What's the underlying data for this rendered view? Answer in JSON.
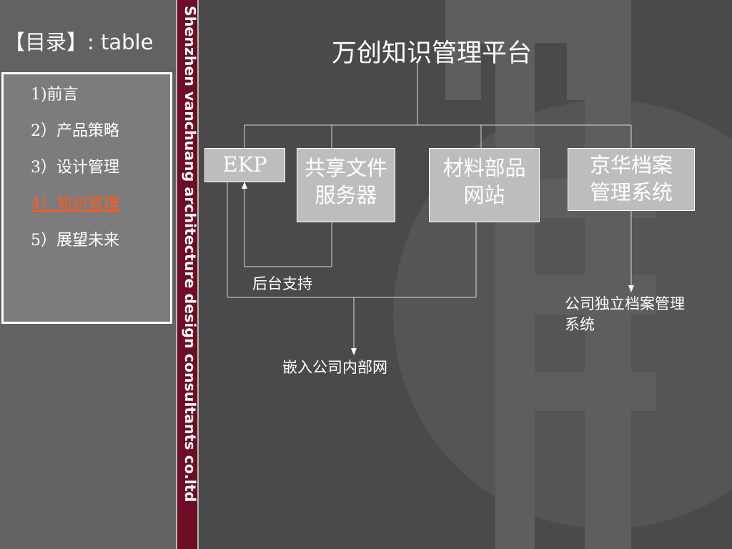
{
  "toc": {
    "heading": "【目录】: table",
    "items": [
      {
        "label": "1)前言",
        "active": false
      },
      {
        "label": "2）产品策略",
        "active": false
      },
      {
        "label": "3）设计管理",
        "active": false
      },
      {
        "label": "4）知识管理",
        "active": true
      },
      {
        "label": "5）展望未来",
        "active": false
      }
    ]
  },
  "brand": {
    "text": "Shenzhen  vanchuang architecture design consultants co.ltd"
  },
  "diagram": {
    "title": "万创知识管理平台",
    "nodes": {
      "ekp": {
        "line1": "EKP"
      },
      "share": {
        "line1": "共享文件",
        "line2": "服务器"
      },
      "material": {
        "line1": "材料部品",
        "line2": "网站"
      },
      "archive": {
        "line1": "京华档案",
        "line2": "管理系统"
      }
    },
    "labels": {
      "backend": "后台支持",
      "embed": "嵌入公司内部网",
      "independent_line1": "公司独立档案管理",
      "independent_line2": "系统"
    }
  },
  "colors": {
    "background": "#4a4a4a",
    "left_panel": "#626262",
    "toc_box": "#7c7c7c",
    "brand_strip": "#6d0e26",
    "node_fill": "#bdbdbd",
    "active_item": "#ff5a1e"
  }
}
